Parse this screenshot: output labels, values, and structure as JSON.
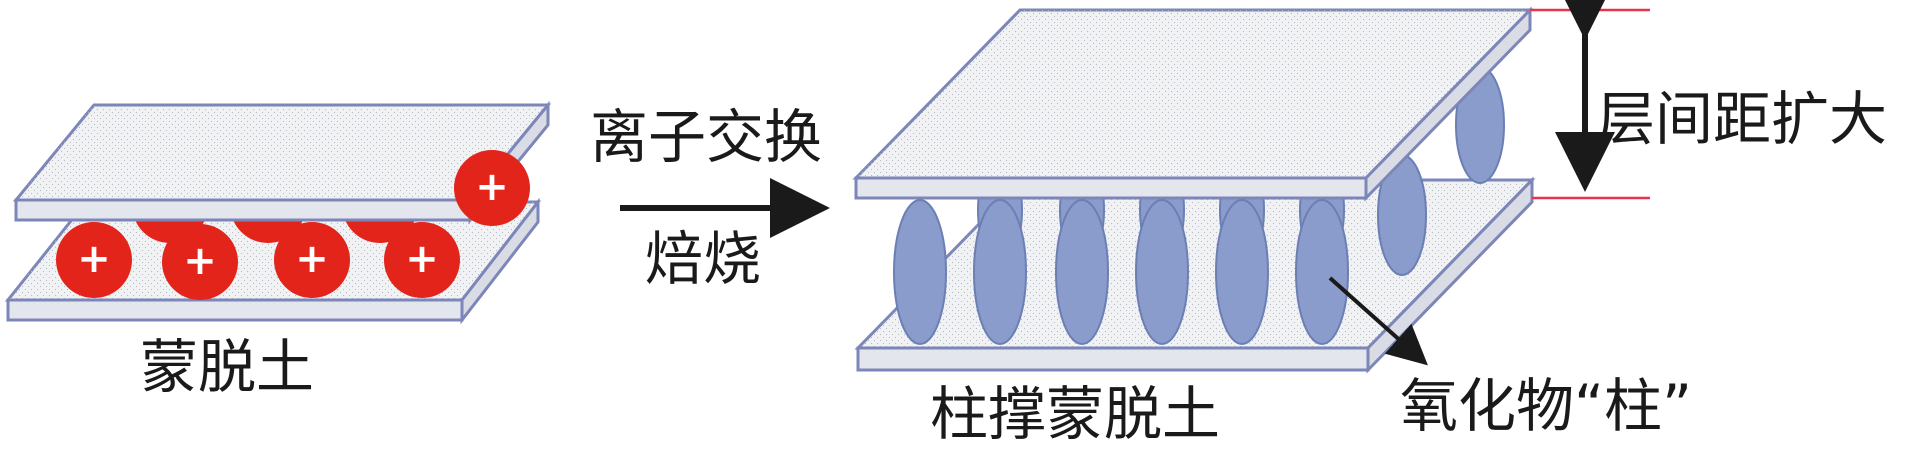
{
  "labels": {
    "montmorillonite": "蒙脱土",
    "ion_exchange": "离子交换",
    "calcination": "焙烧",
    "pillared_montmorillonite": "柱撑蒙脱土",
    "interlayer_spacing_expanded": "层间距扩大",
    "oxide_pillar": "氧化物“柱”"
  },
  "cation_symbol": "+",
  "colors": {
    "layer_stroke": "#7d86b8",
    "layer_top": "#f1f2f4",
    "layer_side": "#d9dbe5",
    "cation_fill": "#e3241b",
    "pillar_fill": "#8a9ccb",
    "pillar_stroke": "#6b7fb5",
    "arrow": "#1a1a1a",
    "spacing_line": "#e8334a"
  }
}
